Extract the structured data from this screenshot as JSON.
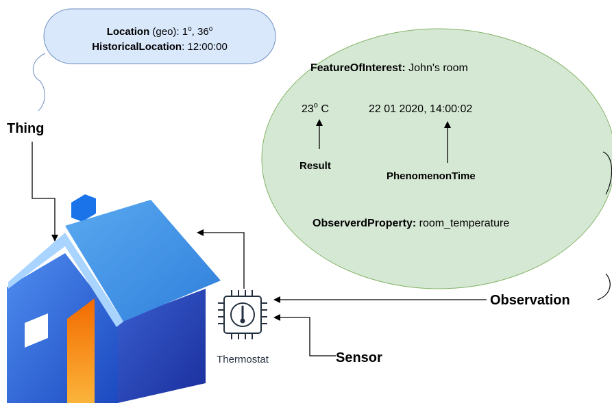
{
  "colors": {
    "location_bubble_fill": "#dae8fc",
    "location_bubble_stroke": "#6c8ebf",
    "observation_fill": "#d5e8d4",
    "observation_stroke": "#82b366",
    "house_roof": "#3b8ee6",
    "house_wall": "#2a6cd6",
    "house_door": "#f57c00",
    "connector": "#000000"
  },
  "thing": {
    "label": "Thing",
    "location_key": "Location",
    "location_qualifier": "(geo):",
    "location_value": "1",
    "location_sup": "o",
    "location_value2": ", 36",
    "location_sup2": "o",
    "historical_location_key": "HistoricalLocation",
    "historical_location_value": ": 12:00:00"
  },
  "observation": {
    "label": "Observation",
    "feature_of_interest_key": "FeatureOfInterest:",
    "feature_of_interest_value": " John's room",
    "result_value": "23",
    "result_sup": "o",
    "result_unit": " C",
    "result_label": "Result",
    "phenomenon_time_value": "22 01 2020, 14:00:02",
    "phenomenon_time_label": "PhenomenonTime",
    "observed_property_key": "ObserverdProperty:",
    "observed_property_value": " room_temperature"
  },
  "sensor": {
    "label": "Sensor",
    "device_label": "Thermostat",
    "device_icon": "thermostat-chip-icon"
  }
}
